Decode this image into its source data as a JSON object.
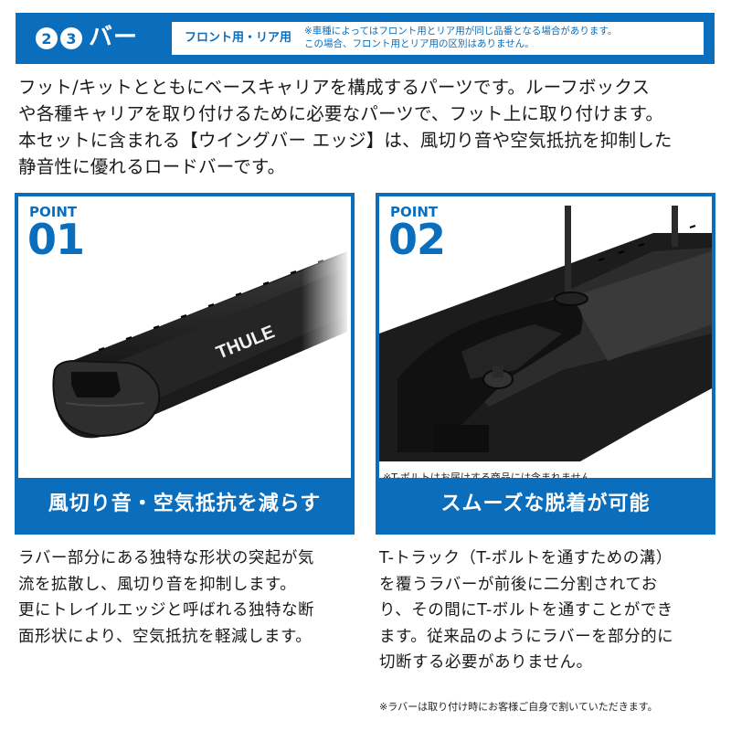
{
  "header": {
    "badges": [
      "2",
      "3"
    ],
    "title": "バー",
    "label": "フロント用・リア用",
    "note_lines": [
      "※車種によってはフロント用とリア用が同じ品番となる場合があります。",
      "この場合、フロント用とリア用の区別はありません。"
    ]
  },
  "intro": {
    "lines": [
      "フット/キットとともにベースキャリアを構成するパーツです。ルーフボックス",
      "や各種キャリアを取り付けるために必要なパーツで、フット上に取り付けます。",
      "本セットに含まれる【ウイングバー エッジ】は、風切り音や空気抵抗を抑制した",
      "静音性に優れるロードバーです。"
    ]
  },
  "points": [
    {
      "label": "POINT",
      "number": "01",
      "image": "wingbar-edge-profile-illustration",
      "logo_text": "THULE",
      "caption": "風切り音・空気抵抗を減らす",
      "description_lines": [
        "ラバー部分にある独特な形状の突起が気",
        "流を拡散し、風切り音を抑制します。",
        "更にトレイルエッジと呼ばれる独特な断",
        "面形状により、空気抵抗を軽減します。"
      ]
    },
    {
      "label": "POINT",
      "number": "02",
      "image": "t-track-bolt-illustration",
      "image_note": "※T-ボルトはお届けする商品には含まれません。",
      "caption": "スムーズな脱着が可能",
      "description_lines": [
        "T-トラック（T-ボルトを通すための溝）",
        "を覆うラバーが前後に二分割されてお",
        "り、その間にT-ボルトを通すことができ",
        "ます。従来品のようにラバーを部分的に",
        "切断する必要がありません。"
      ],
      "footnote": "※ラバーは取り付け時にお客様ご自身で割いていただきます。"
    }
  ],
  "colors": {
    "brand_blue": "#0a6ebd",
    "text": "#1a1a1a",
    "background": "#ffffff"
  }
}
